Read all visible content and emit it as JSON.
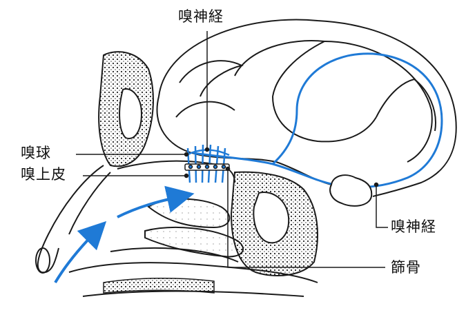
{
  "labels": {
    "nerve_top": "嗅神経",
    "bulb": "嗅球",
    "epithelium": "嗅上皮",
    "nerve_right": "嗅神経",
    "ethmoid": "篩骨"
  },
  "colors": {
    "outline": "#1a1a1a",
    "nerve_blue": "#1f7ad6",
    "bone_fill": "#2a2a2a",
    "background": "#ffffff"
  }
}
